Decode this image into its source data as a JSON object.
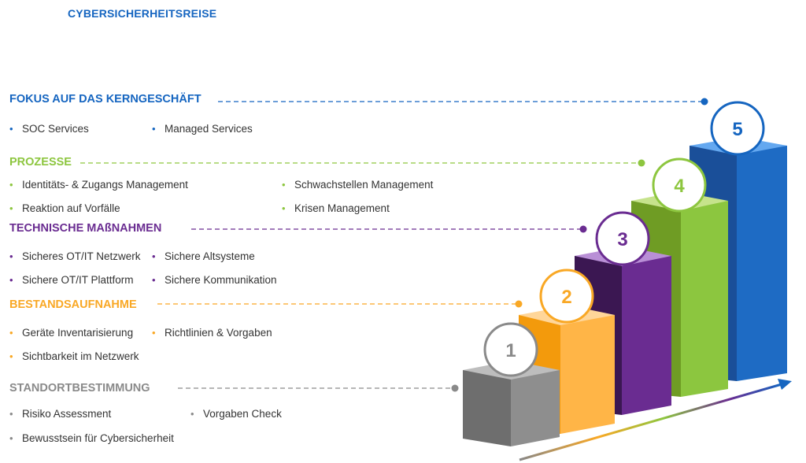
{
  "title": "CYBERSICHERHEITSREISE",
  "steps": [
    {
      "number": "1",
      "heading": "STANDORTBESTIMMUNG",
      "color": "#8a8a8a",
      "items": [
        "Risiko Assessment",
        "Vorgaben Check",
        "Bewusstsein für Cybersicherheit"
      ]
    },
    {
      "number": "2",
      "heading": "BESTANDSAUFNAHME",
      "color": "#f9a825",
      "items": [
        "Geräte Inventarisierung",
        "Richtlinien & Vorgaben",
        "Sichtbarkeit im Netzwerk"
      ]
    },
    {
      "number": "3",
      "heading": "TECHNISCHE MAßNAHMEN",
      "color": "#6a2c91",
      "items": [
        "Sicheres OT/IT Netzwerk",
        "Sichere Altsysteme",
        "Sichere OT/IT Plattform",
        "Sichere Kommunikation"
      ]
    },
    {
      "number": "4",
      "heading": "PROZESSE",
      "color": "#8dc63f",
      "items": [
        "Identitäts- & Zugangs Management",
        "Schwachstellen Management",
        "Reaktion auf Vorfälle",
        "Krisen Management"
      ]
    },
    {
      "number": "5",
      "heading": "FOKUS AUF DAS KERNGESCHÄFT",
      "color": "#1565c0",
      "items": [
        "SOC Services",
        "Managed Services"
      ]
    }
  ]
}
